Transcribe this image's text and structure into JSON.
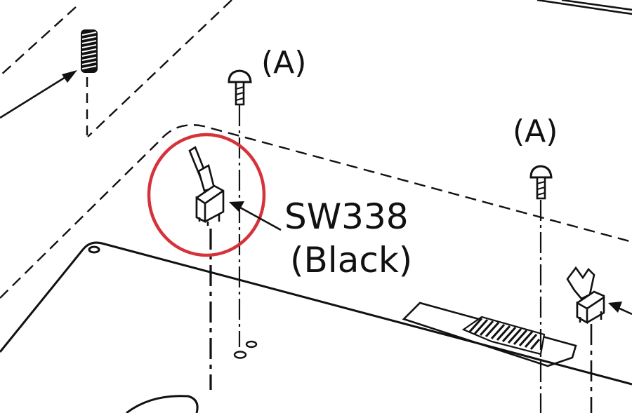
{
  "labels": {
    "screw_left": "(A)",
    "screw_right": "(A)",
    "part_code": "SW338",
    "part_color": "(Black)"
  },
  "colors": {
    "line": "#111111",
    "highlight_circle": "#d6323a",
    "background": "#ffffff"
  },
  "icons": {
    "screw": "screw-icon",
    "switch": "switch-icon",
    "spring": "spring-icon"
  }
}
